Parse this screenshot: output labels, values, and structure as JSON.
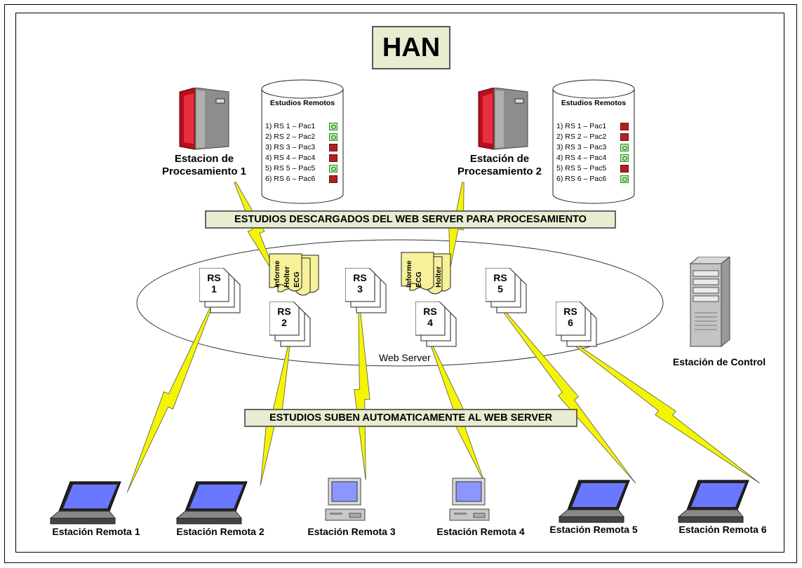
{
  "title": "HAN",
  "banners": {
    "download": "ESTUDIOS DESCARGADOS DEL WEB SERVER PARA PROCESAMIENTO",
    "upload": "ESTUDIOS SUBEN AUTOMATICAMENTE AL WEB SERVER"
  },
  "web_server_label": "Web Server",
  "processing_stations": [
    {
      "line1": "Estacion de",
      "line2": "Procesamiento 1"
    },
    {
      "line1": "Estación de",
      "line2": "Procesamiento 2"
    }
  ],
  "databases": [
    {
      "title": "Estudios Remotos",
      "items": [
        {
          "text": "1) RS 1 – Pac1",
          "status": "ok"
        },
        {
          "text": "2) RS 2 – Pac2",
          "status": "ok"
        },
        {
          "text": "3) RS 3 – Pac3",
          "status": "pending"
        },
        {
          "text": "4) RS 4 – Pac4",
          "status": "pending"
        },
        {
          "text": "5) RS 5 – Pac5",
          "status": "ok"
        },
        {
          "text": "6) RS 6 – Pac6",
          "status": "pending"
        }
      ]
    },
    {
      "title": "Estudios Remotos",
      "items": [
        {
          "text": "1) RS 1 – Pac1",
          "status": "pending"
        },
        {
          "text": "2) RS 2 – Pac2",
          "status": "pending"
        },
        {
          "text": "3) RS 3 – Pac3",
          "status": "ok"
        },
        {
          "text": "4) RS 4 – Pac4",
          "status": "ok"
        },
        {
          "text": "5) RS 5 – Pac5",
          "status": "pending"
        },
        {
          "text": "6) RS 6 – Pac6",
          "status": "ok"
        }
      ]
    }
  ],
  "studies": [
    {
      "line1": "RS",
      "line2": "1"
    },
    {
      "line1": "RS",
      "line2": "2"
    },
    {
      "line1": "RS",
      "line2": "3"
    },
    {
      "line1": "RS",
      "line2": "4"
    },
    {
      "line1": "RS",
      "line2": "5"
    },
    {
      "line1": "RS",
      "line2": "6"
    }
  ],
  "reports": [
    {
      "lines": [
        "ECG",
        "Holter",
        "Informe"
      ]
    },
    {
      "lines": [
        "ECG",
        "Holter",
        "Informe"
      ]
    }
  ],
  "control_station": "Estación de Control",
  "remote_stations": [
    {
      "label": "Estación Remota 1",
      "device": "laptop"
    },
    {
      "label": "Estación Remota 2",
      "device": "laptop"
    },
    {
      "label": "Estación Remota 3",
      "device": "desktop"
    },
    {
      "label": "Estación Remota 4",
      "device": "desktop"
    },
    {
      "label": "Estación Remota 5",
      "device": "laptop"
    },
    {
      "label": "Estación Remota 6",
      "device": "laptop"
    }
  ],
  "colors": {
    "banner_bg": "#e8ecd0",
    "lightning": "#f5f500",
    "ok_status": "#b9f0a8",
    "pending_status": "#b22020",
    "report_paper": "#f7f199"
  }
}
